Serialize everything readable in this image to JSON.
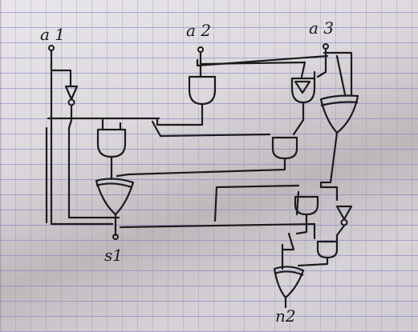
{
  "diagram": {
    "labels": {
      "input_1": "a 1",
      "input_2": "a 2",
      "input_3": "a 3",
      "output_1": "s1",
      "output_2": "n2"
    },
    "colors": {
      "ink": "#1b1b1b",
      "paper": "#e3e0e4",
      "grid": "#7878c8"
    }
  }
}
